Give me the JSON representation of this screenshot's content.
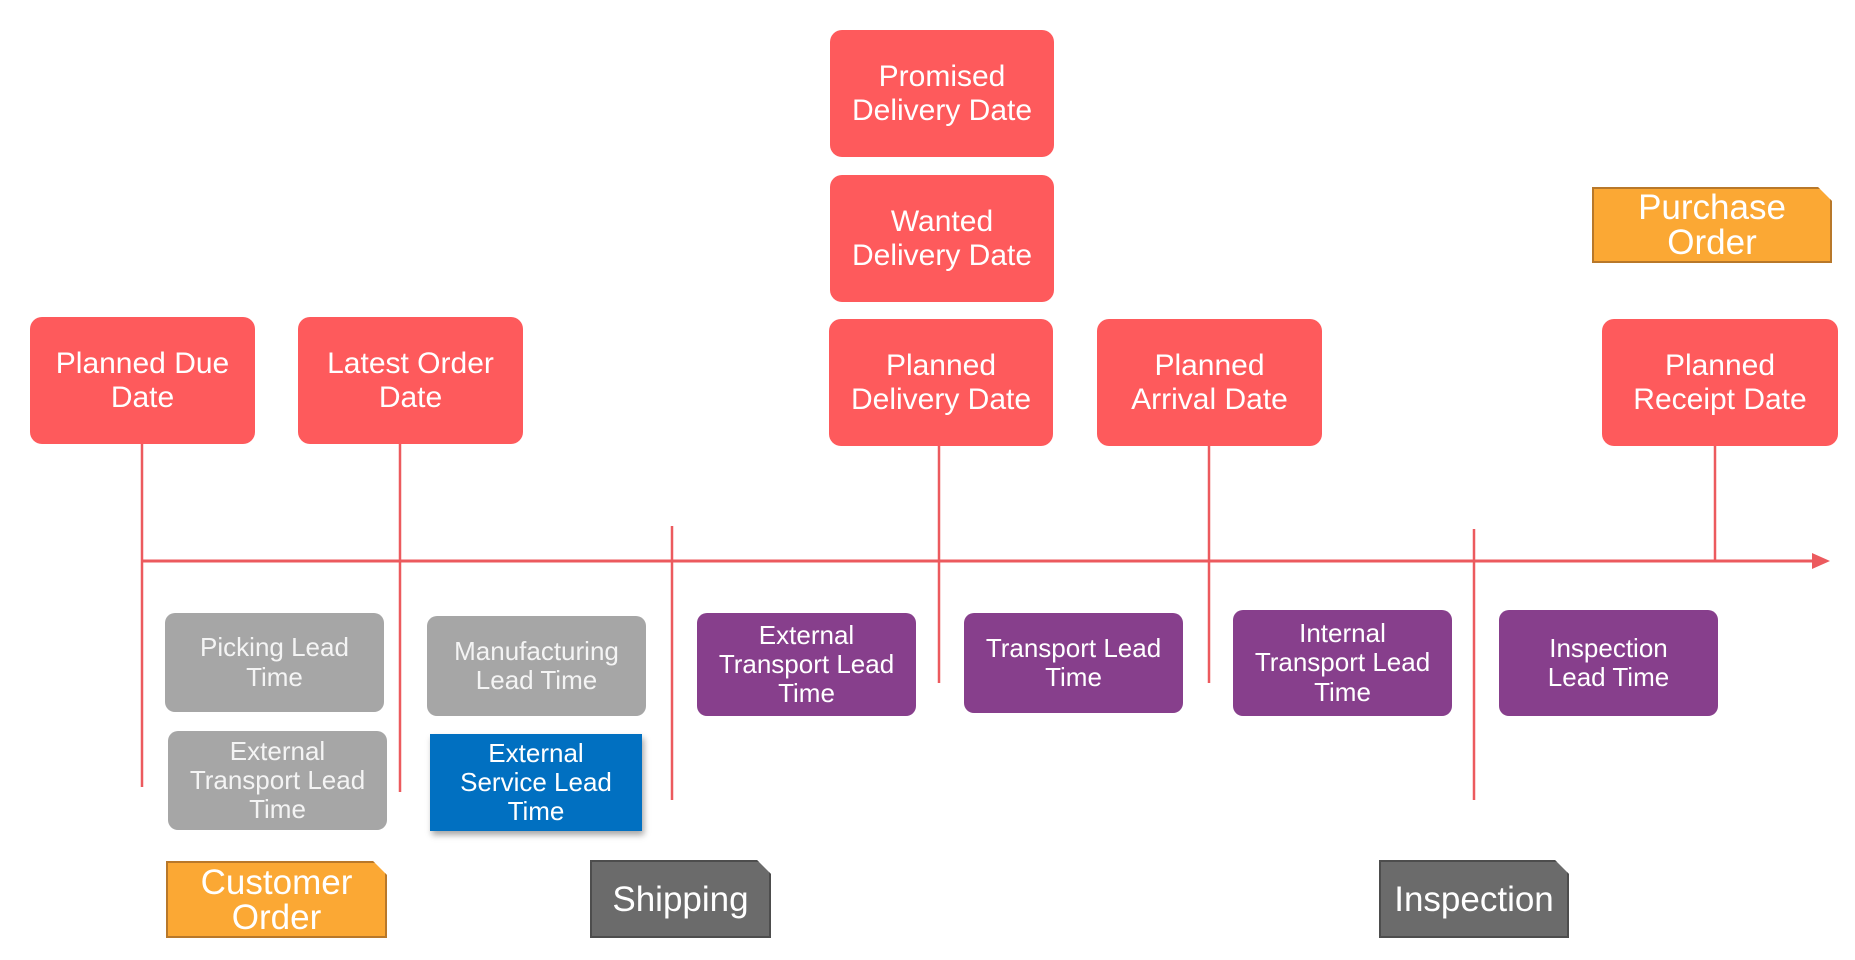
{
  "diagram": {
    "title": "Supply chain date and lead time timeline",
    "colors": {
      "date_box": "#fe5a5c",
      "timeline": "#ec5a5e",
      "internal_lead_time": "#a6a6a6",
      "transport_lead_time": "#873f8c",
      "service_lead_time": "#0170c1",
      "order_tag": "#fba834",
      "process_tag": "#6b6b6b"
    },
    "dates": {
      "planned_due": "Planned Due\nDate",
      "latest_order": "Latest Order\nDate",
      "promised_delivery": "Promised\nDelivery Date",
      "wanted_delivery": "Wanted\nDelivery Date",
      "planned_delivery": "Planned\nDelivery Date",
      "planned_arrival": "Planned\nArrival Date",
      "planned_receipt": "Planned\nReceipt Date"
    },
    "lead_times": {
      "picking": "Picking Lead\nTime",
      "external_transport_gray": "External\nTransport Lead\nTime",
      "manufacturing": "Manufacturing\nLead Time",
      "external_service": "External\nService Lead\nTime",
      "external_transport": "External\nTransport Lead\nTime",
      "transport": "Transport Lead\nTime",
      "internal_transport": "Internal\nTransport Lead\nTime",
      "inspection": "Inspection\nLead Time"
    },
    "tags": {
      "customer_order": "Customer\nOrder",
      "purchase_order": "Purchase\nOrder",
      "shipping": "Shipping",
      "inspection": "Inspection"
    }
  }
}
